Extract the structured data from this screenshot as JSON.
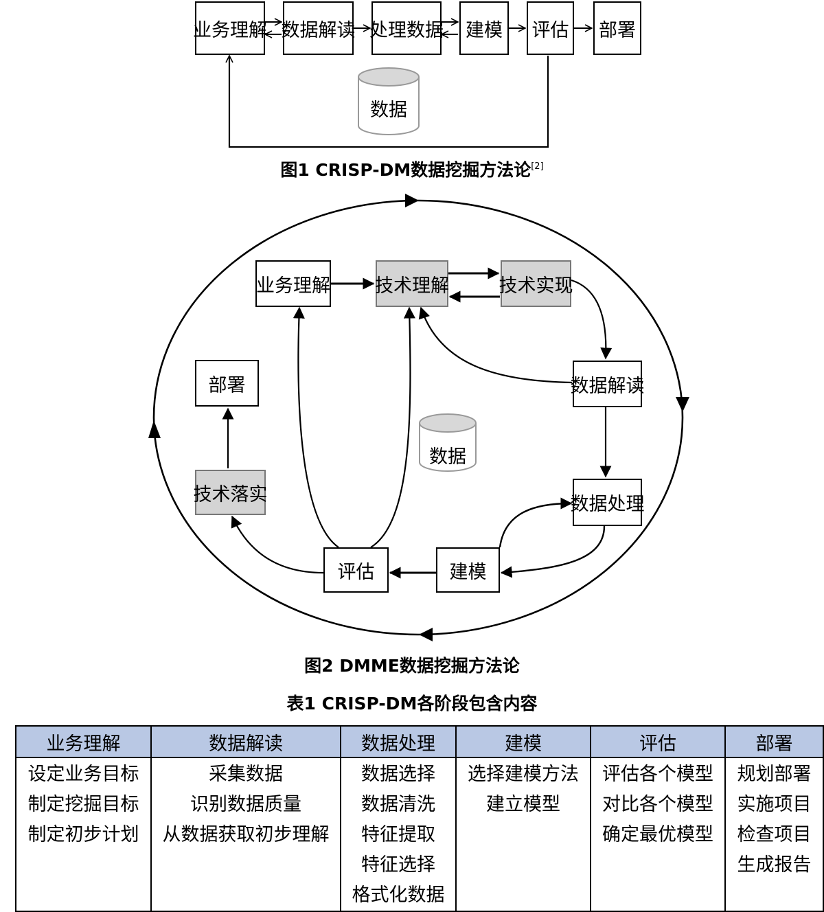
{
  "figure1": {
    "boxes": [
      "业务理解",
      "数据解读",
      "处理数据",
      "建模",
      "评估",
      "部署"
    ],
    "database_label": "数据",
    "caption": "图1  CRISP-DM数据挖掘方法论",
    "caption_ref": "[2]"
  },
  "figure2": {
    "nodes": {
      "business_understanding": "业务理解",
      "tech_understanding": "技术理解",
      "tech_implementation": "技术实现",
      "data_interpretation": "数据解读",
      "data_processing": "数据处理",
      "modeling": "建模",
      "evaluation": "评估",
      "tech_deployment": "技术落实",
      "deployment": "部署"
    },
    "database_label": "数据",
    "caption": "图2  DMME数据挖掘方法论"
  },
  "table": {
    "title": "表1  CRISP-DM各阶段包含内容",
    "headers": [
      "业务理解",
      "数据解读",
      "数据处理",
      "建模",
      "评估",
      "部署"
    ],
    "columns": [
      [
        "设定业务目标",
        "制定挖掘目标",
        "制定初步计划"
      ],
      [
        "采集数据",
        "识别数据质量",
        "从数据获取初步理解"
      ],
      [
        "数据选择",
        "数据清洗",
        "特征提取",
        "特征选择",
        "格式化数据"
      ],
      [
        "选择建模方法",
        "建立模型"
      ],
      [
        "评估各个模型",
        "对比各个模型",
        "确定最优模型"
      ],
      [
        "规划部署",
        "实施项目",
        "检查项目",
        "生成报告"
      ]
    ]
  }
}
